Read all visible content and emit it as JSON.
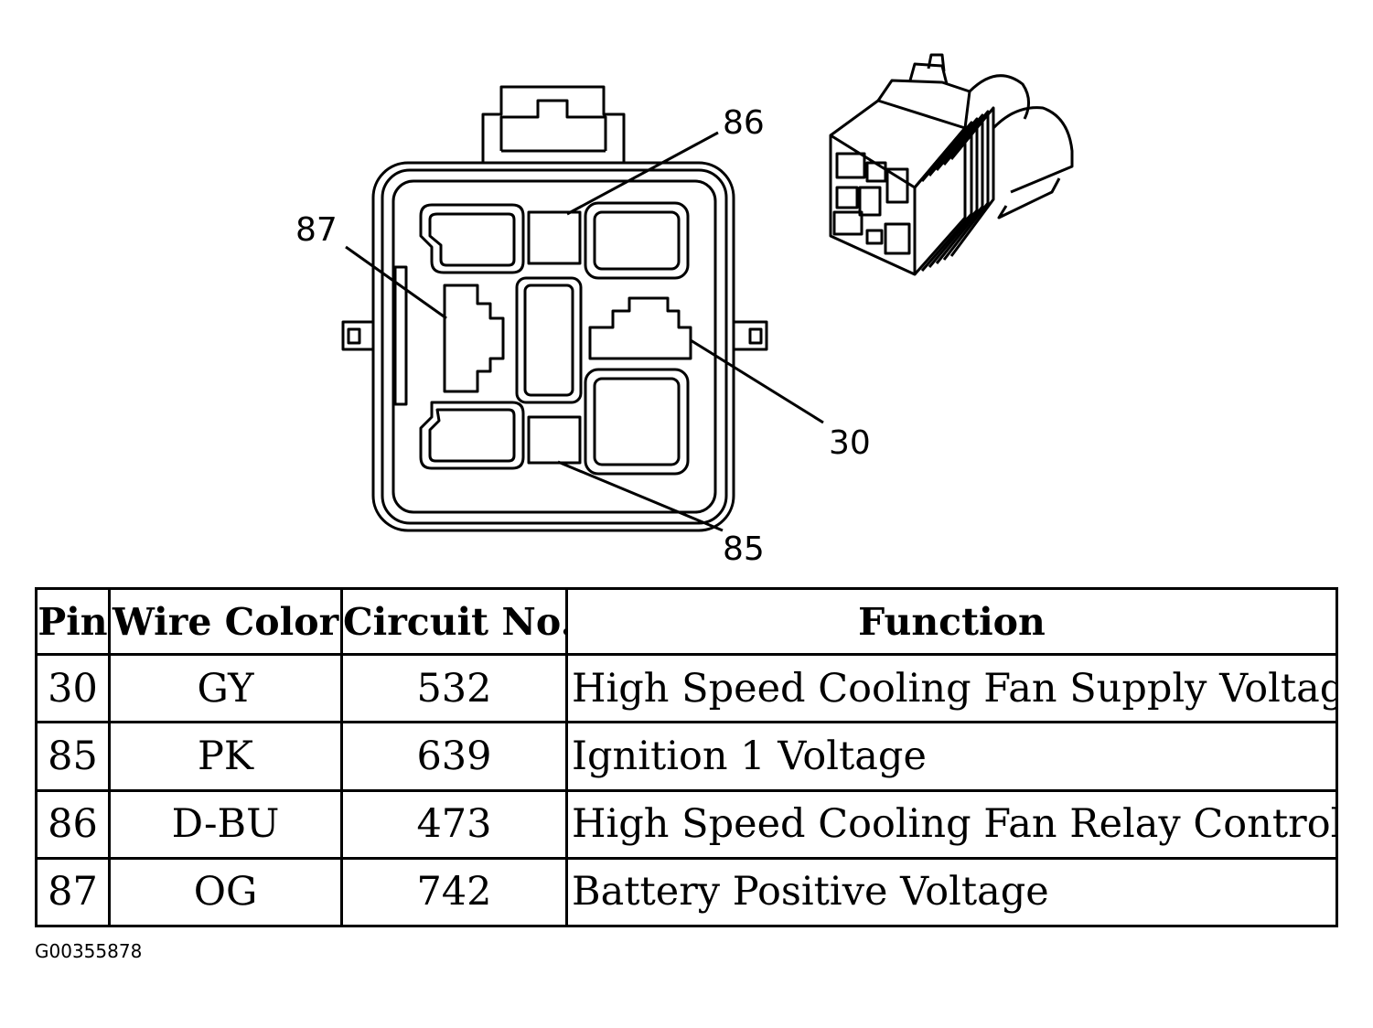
{
  "diagram": {
    "callouts": {
      "pin_86": "86",
      "pin_87": "87",
      "pin_30": "30",
      "pin_85": "85"
    }
  },
  "table": {
    "headers": [
      "Pin",
      "Wire Color",
      "Circuit No.",
      "Function"
    ],
    "rows": [
      {
        "pin": "30",
        "wire_color": "GY",
        "circuit": "532",
        "function": "High Speed Cooling Fan Supply Voltage"
      },
      {
        "pin": "85",
        "wire_color": "PK",
        "circuit": "639",
        "function": "Ignition 1 Voltage"
      },
      {
        "pin": "86",
        "wire_color": "D-BU",
        "circuit": "473",
        "function": "High Speed Cooling Fan Relay Control"
      },
      {
        "pin": "87",
        "wire_color": "OG",
        "circuit": "742",
        "function": "Battery Positive Voltage"
      }
    ]
  },
  "figure_id": "G00355878"
}
